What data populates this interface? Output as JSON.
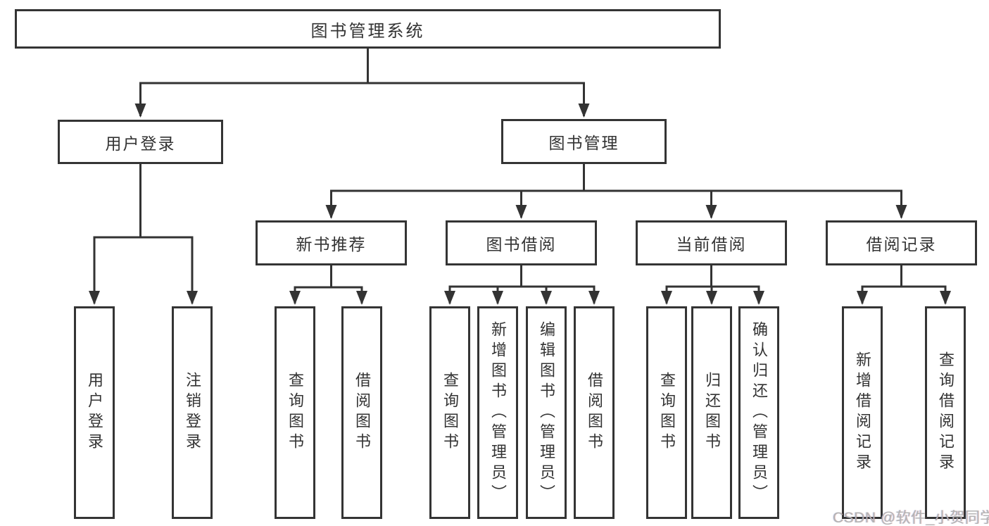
{
  "diagram": {
    "root_label": "图书管理系统",
    "level2": {
      "user_login": "用户登录",
      "book_mgmt": "图书管理"
    },
    "level3": {
      "new_books": "新书推荐",
      "borrowing": "图书借阅",
      "current": "当前借阅",
      "records": "借阅记录"
    },
    "leaves": {
      "login": [
        "用户登录",
        "注销登录"
      ],
      "new_books": [
        "查询图书",
        "借阅图书"
      ],
      "borrowing": [
        "查询图书",
        "新增图书（管理员）",
        "编辑图书（管理员）",
        "借阅图书"
      ],
      "current": [
        "查询图书",
        "归还图书",
        "确认归还（管理员）"
      ],
      "records": [
        "新增借阅记录",
        "查询借阅记录"
      ]
    },
    "colors": {
      "line": "#333333",
      "text": "#333333",
      "box_background": "#ffffff",
      "watermark": "#b3b3b3"
    },
    "watermark": "CSDN @软件_小贺同学"
  }
}
